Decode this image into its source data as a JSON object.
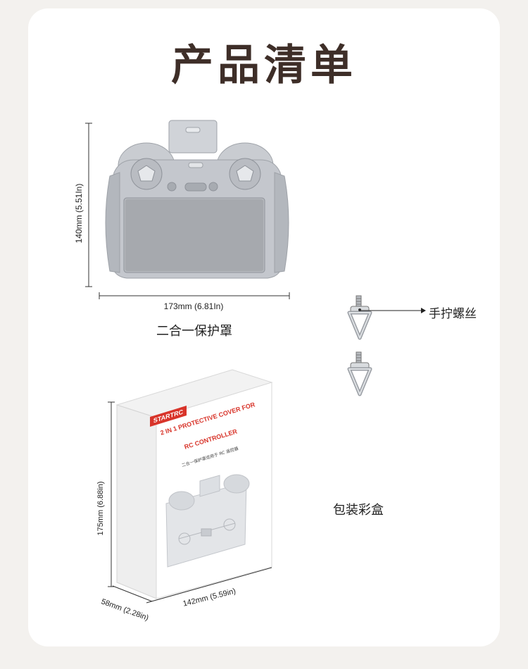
{
  "title": "产品清单",
  "cover": {
    "name": "二合一保护罩",
    "height_dim": "140mm (5.51In)",
    "width_dim": "173mm (6.81In)"
  },
  "screws": {
    "name": "手拧螺丝"
  },
  "box": {
    "name": "包装彩盒",
    "brand": "STARTRC",
    "product_line1": "2 IN 1 PROTECTIVE COVER FOR",
    "product_line2": "RC CONTROLLER",
    "subtitle": "二合一保护罩适用于 RC 遥控器",
    "height_dim": "175mm (6.88in)",
    "width_dim": "142mm (5.59in)",
    "depth_dim": "58mm (2.28in)"
  },
  "colors": {
    "background": "#f3f1ee",
    "card": "#ffffff",
    "title": "#3e2e28",
    "brand_red": "#d8342a",
    "cover_gray": "#c4c7cd"
  }
}
